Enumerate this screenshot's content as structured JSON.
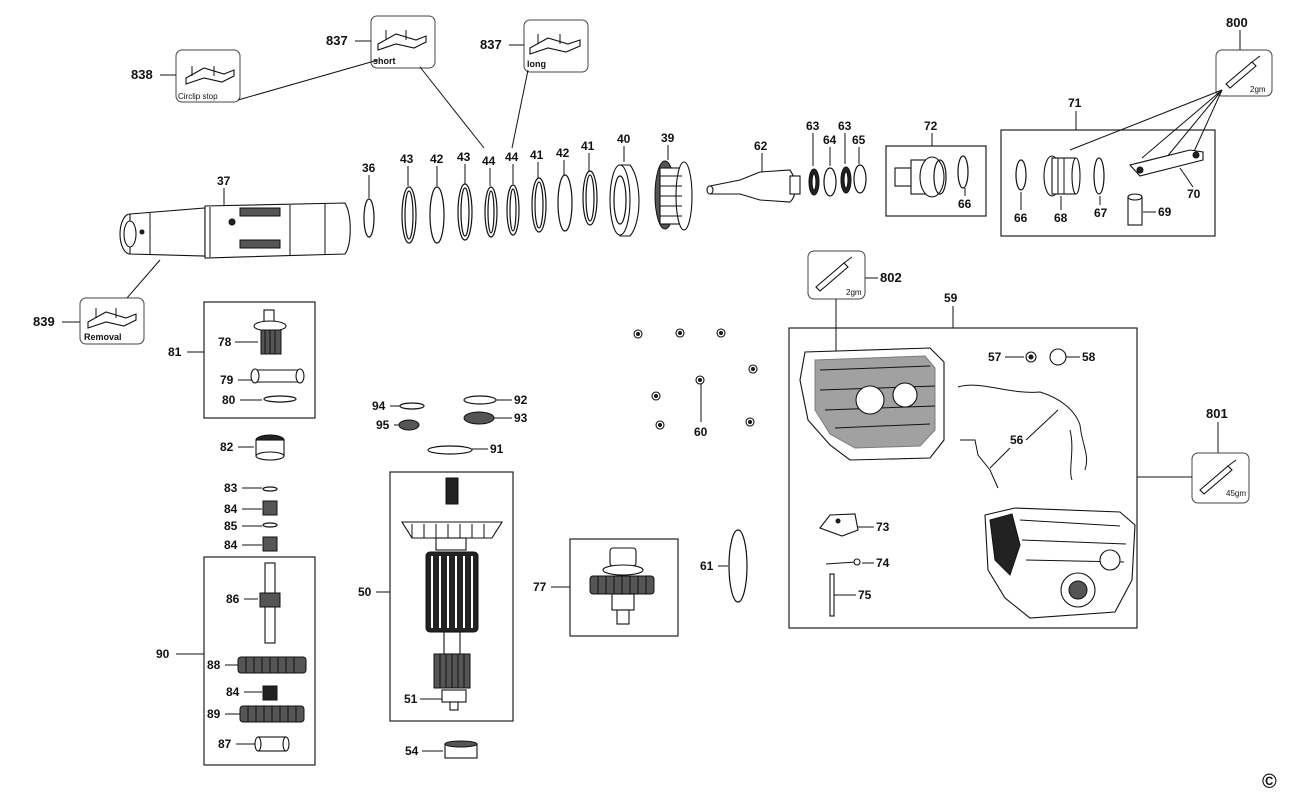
{
  "labels": {
    "p800": "800",
    "p801": "801",
    "p802": "802",
    "p837a": "837",
    "p837b": "837",
    "p838": "838",
    "p839": "839",
    "p37": "37",
    "p36": "36",
    "p43a": "43",
    "p42a": "42",
    "p43b": "43",
    "p44a": "44",
    "p44b": "44",
    "p41a": "41",
    "p42b": "42",
    "p41b": "41",
    "p40": "40",
    "p39": "39",
    "p62": "62",
    "p63a": "63",
    "p64": "64",
    "p63b": "63",
    "p65": "65",
    "p72": "72",
    "p66a": "66",
    "p71": "71",
    "p66b": "66",
    "p68": "68",
    "p67": "67",
    "p69": "69",
    "p70": "70",
    "p81": "81",
    "p78": "78",
    "p79": "79",
    "p80": "80",
    "p82": "82",
    "p83": "83",
    "p84a": "84",
    "p85": "85",
    "p84b": "84",
    "p86": "86",
    "p90": "90",
    "p88": "88",
    "p84c": "84",
    "p89": "89",
    "p87": "87",
    "p94": "94",
    "p92": "92",
    "p95": "95",
    "p93": "93",
    "p91": "91",
    "p50": "50",
    "p51": "51",
    "p54": "54",
    "p77": "77",
    "p61": "61",
    "p60": "60",
    "p59": "59",
    "p57": "57",
    "p58": "58",
    "p56": "56",
    "p73": "73",
    "p74": "74",
    "p75": "75"
  },
  "captions": {
    "short": "short",
    "long": "long",
    "circlip_stop": "Circlip stop",
    "removal": "Removal",
    "grease_800": "2gm",
    "grease_802": "2gm",
    "grease_801": "45gm"
  },
  "copyright": "©"
}
